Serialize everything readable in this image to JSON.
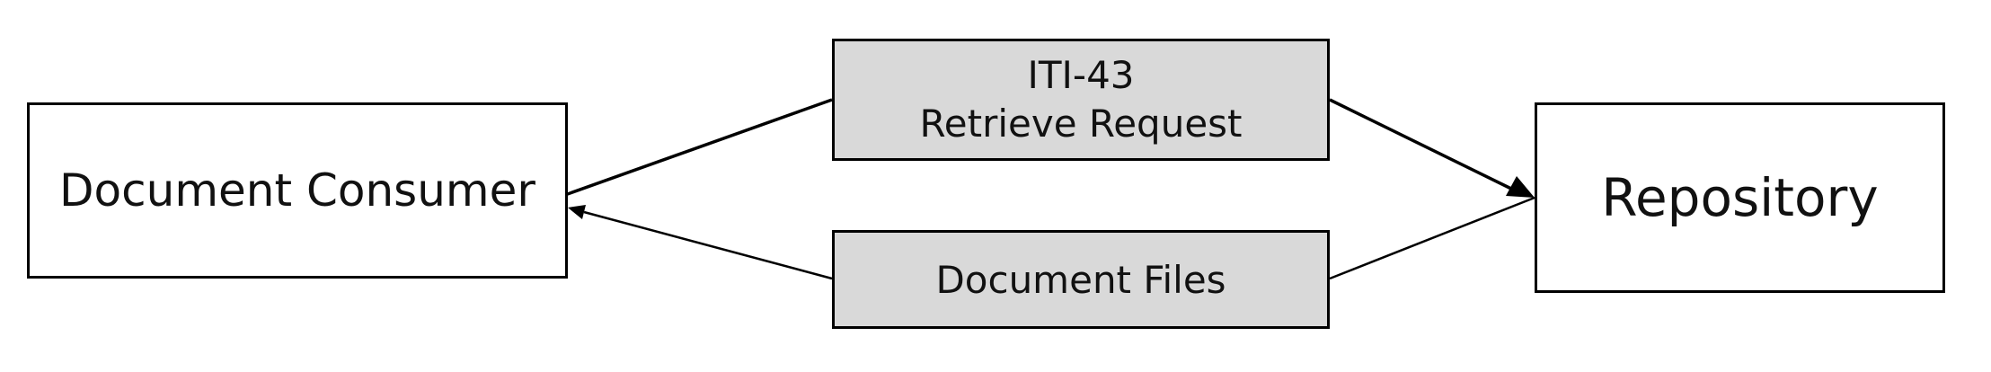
{
  "nodes": {
    "consumer": {
      "label": "Document Consumer"
    },
    "repository": {
      "label": "Repository"
    }
  },
  "messages": {
    "request": {
      "code": "ITI-43",
      "label": "Retrieve Request"
    },
    "files": {
      "label": "Document Files"
    }
  },
  "colors": {
    "line": "#000000",
    "message_fill": "#d9d9d9",
    "node_fill": "#ffffff"
  }
}
